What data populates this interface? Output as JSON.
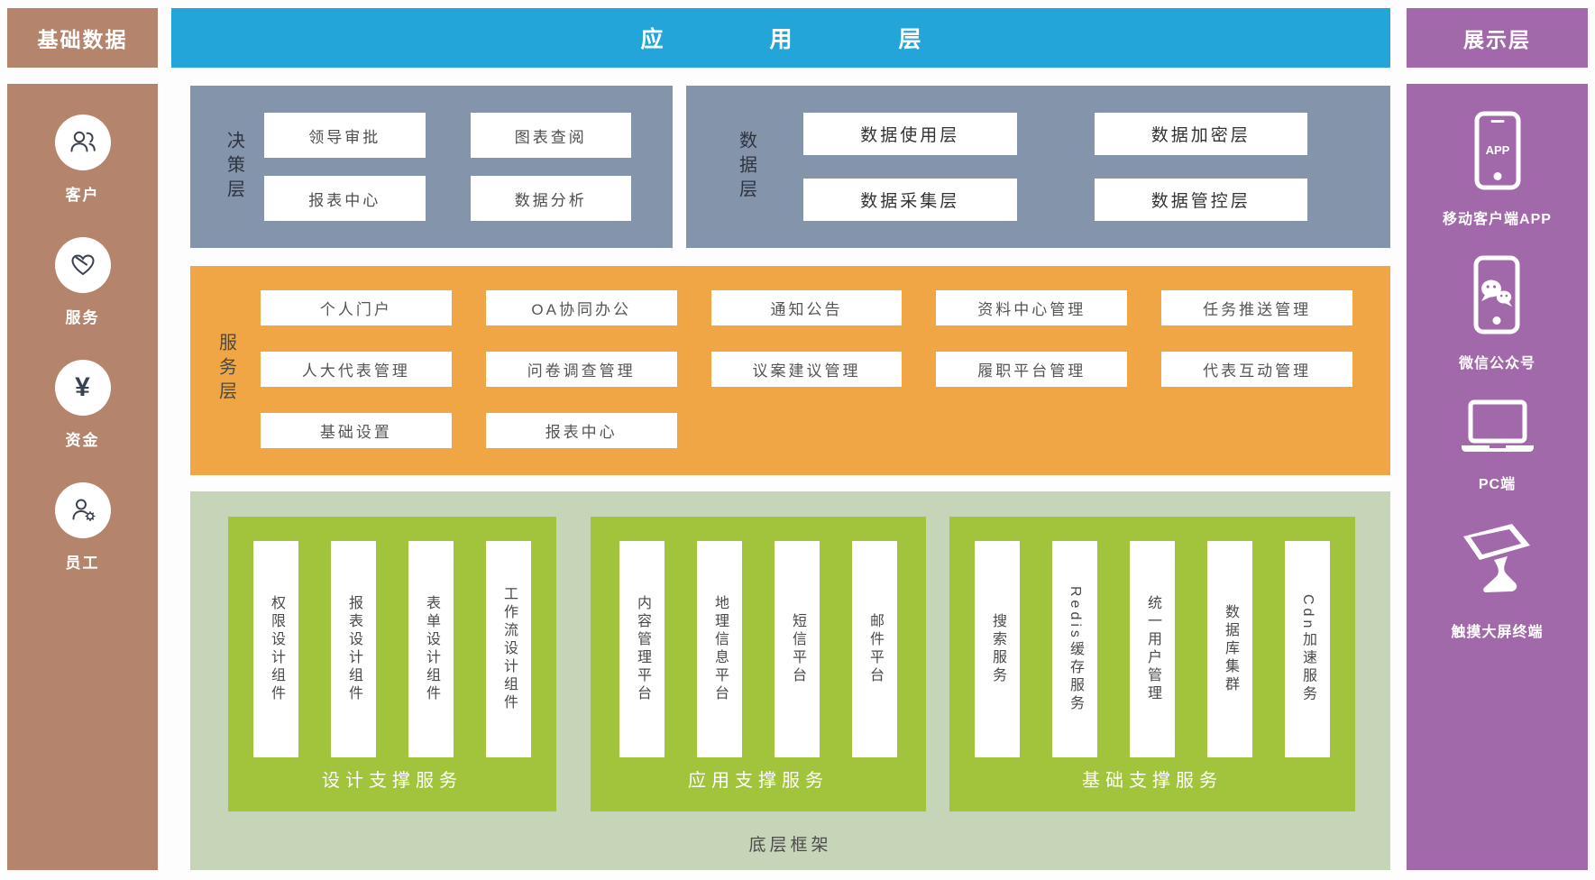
{
  "left_sidebar": {
    "title": "基础数据",
    "items": [
      {
        "label": "客户",
        "icon": "customers-icon"
      },
      {
        "label": "服务",
        "icon": "service-heart-icon"
      },
      {
        "label": "资金",
        "icon": "funds-yen-icon"
      },
      {
        "label": "员工",
        "icon": "employee-gear-icon"
      }
    ]
  },
  "app_layer": {
    "title": "应用层"
  },
  "decision_layer": {
    "label": "决策层",
    "buttons": [
      "领导审批",
      "图表查阅",
      "报表中心",
      "数据分析"
    ]
  },
  "data_layer": {
    "label": "数据层",
    "buttons": [
      "数据使用层",
      "数据加密层",
      "数据采集层",
      "数据管控层"
    ]
  },
  "service_layer": {
    "label": "服务层",
    "buttons": [
      "个人门户",
      "OA协同办公",
      "通知公告",
      "资料中心管理",
      "任务推送管理",
      "人大代表管理",
      "问卷调查管理",
      "议案建议管理",
      "履职平台管理",
      "代表互动管理",
      "基础设置",
      "报表中心"
    ]
  },
  "foundation_layer": {
    "label": "底层框架",
    "groups": [
      {
        "label": "设计支撑服务",
        "cards": [
          "权限设计组件",
          "报表设计组件",
          "表单设计组件",
          "工作流设计组件"
        ]
      },
      {
        "label": "应用支撑服务",
        "cards": [
          "内容管理平台",
          "地理信息平台",
          "短信平台",
          "邮件平台"
        ]
      },
      {
        "label": "基础支撑服务",
        "cards": [
          "搜索服务",
          "Redis缓存服务",
          "统一用户管理",
          "数据库集群",
          "Cdn加速服务"
        ]
      }
    ]
  },
  "display_layer": {
    "title": "展示层",
    "app_badge": "APP",
    "items": [
      {
        "label": "移动客户端APP",
        "icon": "mobile-app-icon"
      },
      {
        "label": "微信公众号",
        "icon": "wechat-icon"
      },
      {
        "label": "PC端",
        "icon": "laptop-icon"
      },
      {
        "label": "触摸大屏终端",
        "icon": "touch-kiosk-icon"
      }
    ]
  },
  "colors": {
    "sidebar_brown": "#b5846c",
    "header_blue": "#24a5d9",
    "layer_slate": "#8494ab",
    "layer_orange": "#f0a644",
    "foundation_light_green": "#c6d5b7",
    "foundation_green": "#a2c33c",
    "display_purple": "#a169aa"
  }
}
